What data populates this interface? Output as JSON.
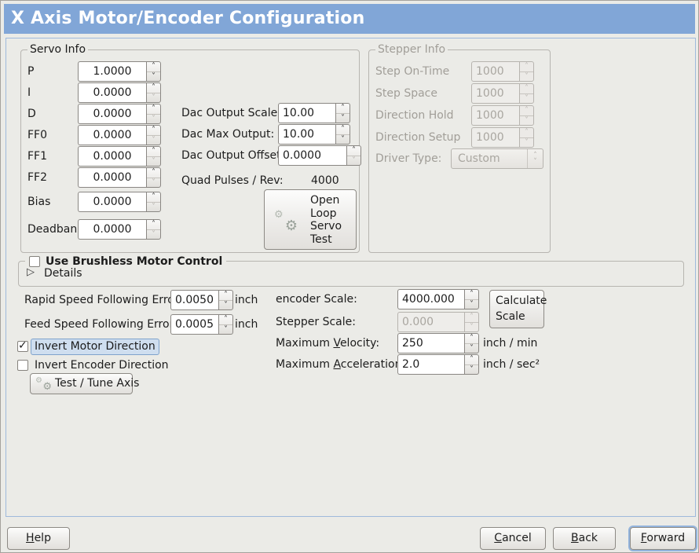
{
  "title": "X Axis Motor/Encoder Configuration",
  "icons": {
    "check": "✓",
    "expander_arrow": "▷",
    "gear": "⚙",
    "spin_up": "˄",
    "spin_down": "˅"
  },
  "servo": {
    "label": "Servo Info",
    "rows": [
      {
        "label": "P",
        "value": "1.0000"
      },
      {
        "label": "I",
        "value": "0.0000"
      },
      {
        "label": "D",
        "value": "0.0000"
      },
      {
        "label": "FF0",
        "value": "0.0000"
      },
      {
        "label": "FF1",
        "value": "0.0000"
      },
      {
        "label": "FF2",
        "value": "0.0000"
      },
      {
        "label": "Bias",
        "value": "0.0000"
      },
      {
        "label": "Deadband",
        "value": "0.0000"
      }
    ]
  },
  "dac": {
    "scale_label": "Dac Output Scale:",
    "scale_value": "10.00",
    "max_label": "Dac Max Output:",
    "max_value": "10.00",
    "offset_label": "Dac Output Offset:",
    "offset_value": "0.0000",
    "quad_label": "Quad Pulses / Rev:",
    "quad_value": "4000",
    "open_loop_button": "Open\nLoop\nServo\nTest"
  },
  "stepper": {
    "label": "Stepper Info",
    "rows": [
      {
        "label": "Step On-Time",
        "value": "1000"
      },
      {
        "label": "Step Space",
        "value": "1000"
      },
      {
        "label": "Direction Hold",
        "value": "1000"
      },
      {
        "label": "Direction Setup",
        "value": "1000"
      }
    ],
    "driver_label": "Driver Type:",
    "driver_value": "Custom"
  },
  "brushless": {
    "checkbox_label": "Use Brushless Motor Control",
    "details_label": "Details"
  },
  "following": {
    "rapid_label": "Rapid Speed Following Error:",
    "rapid_value": "0.0050",
    "rapid_unit": "inch",
    "feed_label": "Feed Speed Following Error:",
    "feed_value": "0.0005",
    "feed_unit": "inch"
  },
  "invert": {
    "motor_label": "Invert Motor Direction",
    "encoder_label": "Invert Encoder Direction"
  },
  "test_button": "Test / Tune Axis",
  "scale": {
    "encoder_label": "encoder Scale:",
    "encoder_value": "4000.000",
    "stepper_label": "Stepper Scale:",
    "stepper_value": "0.000",
    "calc_button": "Calculate\nScale",
    "velocity_pre": "Maximum ",
    "velocity_mn": "V",
    "velocity_post": "elocity:",
    "velocity_value": "250",
    "velocity_unit": "inch / min",
    "accel_pre": "Maximum ",
    "accel_mn": "A",
    "accel_post": "cceleration:",
    "accel_value": "2.0",
    "accel_unit": "inch / sec²"
  },
  "actions": {
    "help_mn": "H",
    "help_rest": "elp",
    "cancel_mn": "C",
    "cancel_rest": "ancel",
    "back_mn": "B",
    "back_rest": "ack",
    "forward_mn": "F",
    "forward_rest": "orward"
  }
}
